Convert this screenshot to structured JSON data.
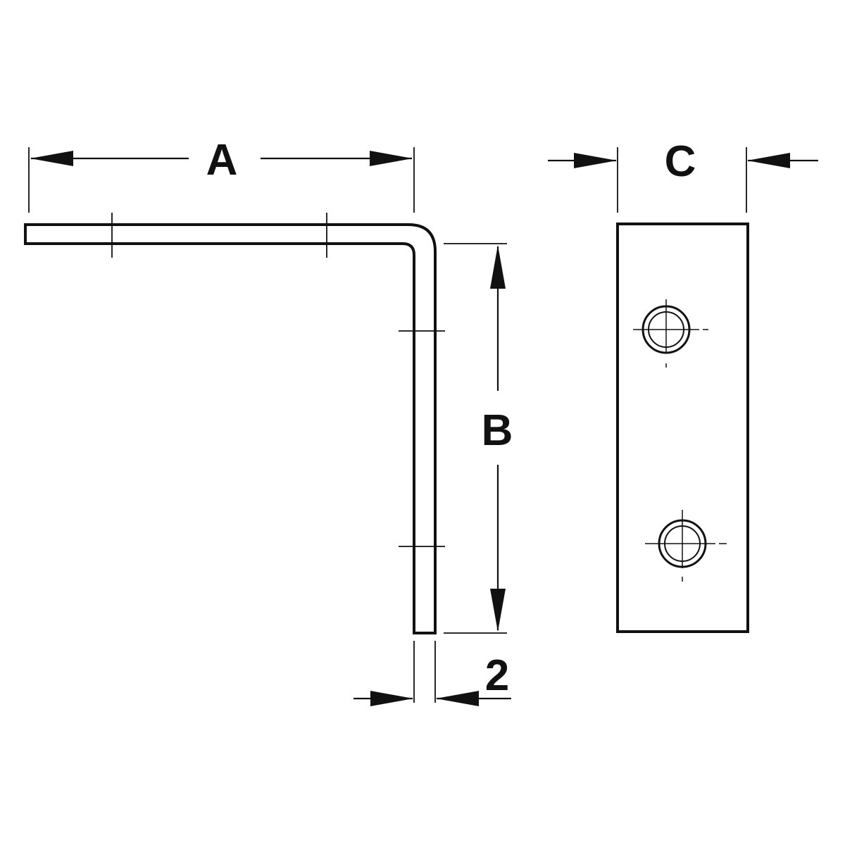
{
  "diagram": {
    "labels": {
      "A": "A",
      "B": "B",
      "C": "C",
      "thickness": "2"
    }
  }
}
